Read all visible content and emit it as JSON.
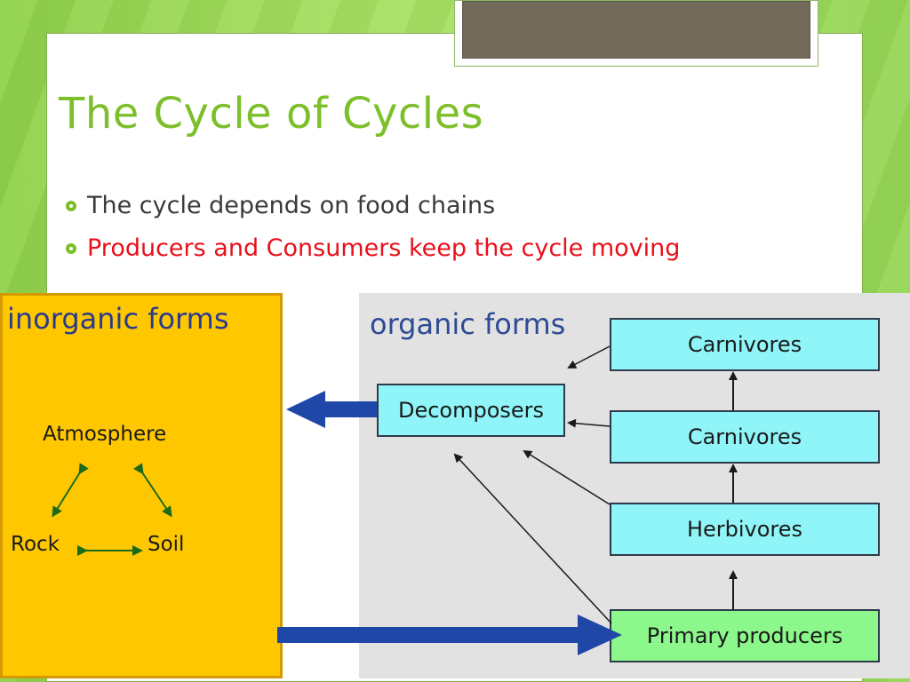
{
  "slide": {
    "title": "The Cycle of Cycles",
    "bullets": [
      "The cycle depends on food chains",
      "Producers and Consumers keep the cycle moving"
    ]
  },
  "diagram": {
    "inorganic": {
      "label": "inorganic forms",
      "atmosphere": "Atmosphere",
      "rock": "Rock",
      "soil": "Soil"
    },
    "organic": {
      "label": "organic forms",
      "decomposers": "Decomposers",
      "carnivores_top": "Carnivores",
      "carnivores": "Carnivores",
      "herbivores": "Herbivores",
      "primary_producers": "Primary producers"
    }
  },
  "colors": {
    "title": "#7cbf2a",
    "bullet_highlight": "#e8101a",
    "inorganic_bg": "#fec700",
    "consumer_box": "#8ff5f8",
    "producer_box": "#8cf78a",
    "flow_arrow": "#1f47a8"
  }
}
